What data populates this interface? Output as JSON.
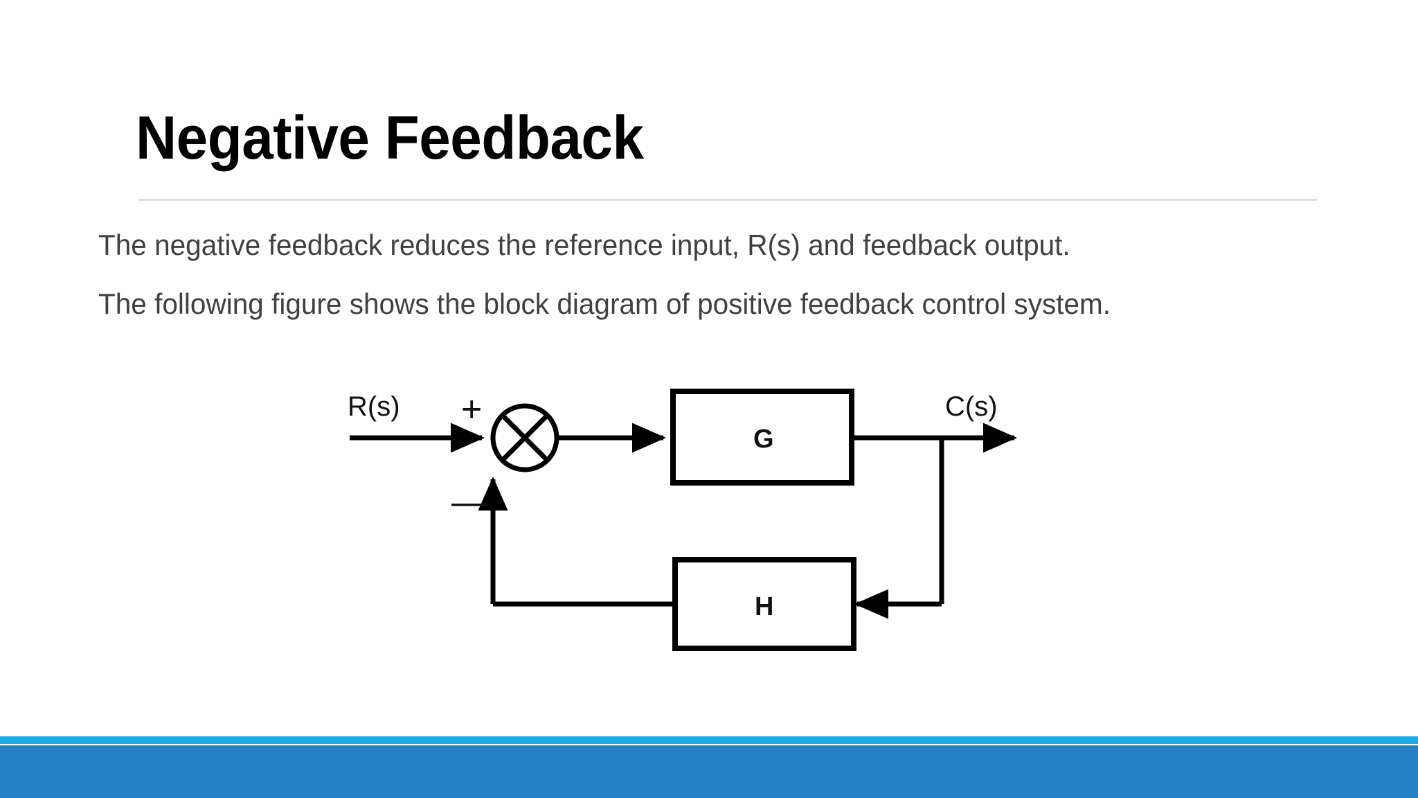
{
  "slide": {
    "title": "Negative Feedback",
    "body": [
      "The negative feedback reduces the reference input, R(s) and feedback output.",
      "The following figure shows the block diagram of positive feedback control system."
    ],
    "accent_color": "#1CADE4",
    "bar_color": "#2481C4",
    "title_color": "#000000",
    "body_color": "#404040"
  },
  "diagram": {
    "name": "negative-feedback-block-diagram",
    "input_label": "R(s)",
    "output_label": "C(s)",
    "summing_junction": {
      "type": "circle-with-cross",
      "positive_sign": "+",
      "negative_sign": "—"
    },
    "blocks": [
      {
        "id": "forward",
        "label": "G"
      },
      {
        "id": "feedback",
        "label": "H"
      }
    ],
    "line_color": "#000000"
  }
}
